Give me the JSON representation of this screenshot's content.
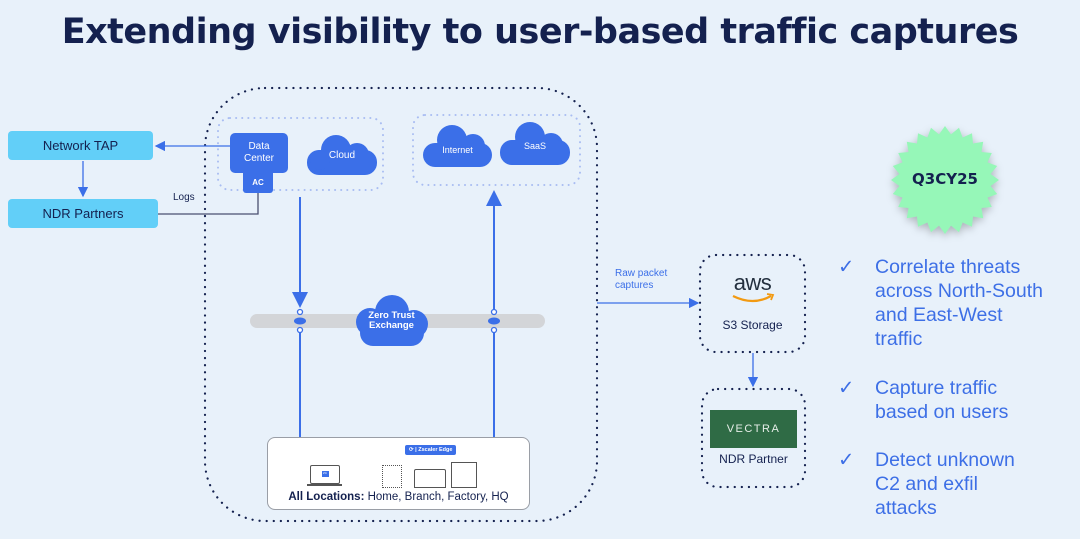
{
  "title": "Extending visibility to user-based traffic captures",
  "left": {
    "network_tap": "Network TAP",
    "ndr_partners": "NDR Partners",
    "logs_label": "Logs"
  },
  "private": {
    "data_center": "Data Center",
    "ac": "AC",
    "cloud": "Cloud"
  },
  "public": {
    "internet": "Internet",
    "saas": "SaaS"
  },
  "zte": {
    "label_line1": "Zero Trust",
    "label_line2": "Exchange"
  },
  "locations": {
    "badge": "Zscaler Edge",
    "laptop_badge": "ZC",
    "label_bold": "All Locations:",
    "label_rest": " Home, Branch, Factory, HQ"
  },
  "captures": {
    "label": "Raw packet captures"
  },
  "s3": {
    "logo": "aws",
    "label": "S3 Storage"
  },
  "ndr": {
    "logo": "VECTRA",
    "label": "NDR Partner"
  },
  "badge": {
    "label": "Q3CY25",
    "color": "#96f7b8"
  },
  "bullets": [
    {
      "check": "✓",
      "text": "Correlate threats across North-South and East-West traffic"
    },
    {
      "check": "✓",
      "text": "Capture traffic based on users"
    },
    {
      "check": "✓",
      "text": "Detect unknown C2 and exfil attacks"
    }
  ],
  "colors": {
    "accent": "#3b6fe8",
    "title": "#14214f",
    "tap": "#62cff8",
    "vectra": "#2f6b45"
  }
}
